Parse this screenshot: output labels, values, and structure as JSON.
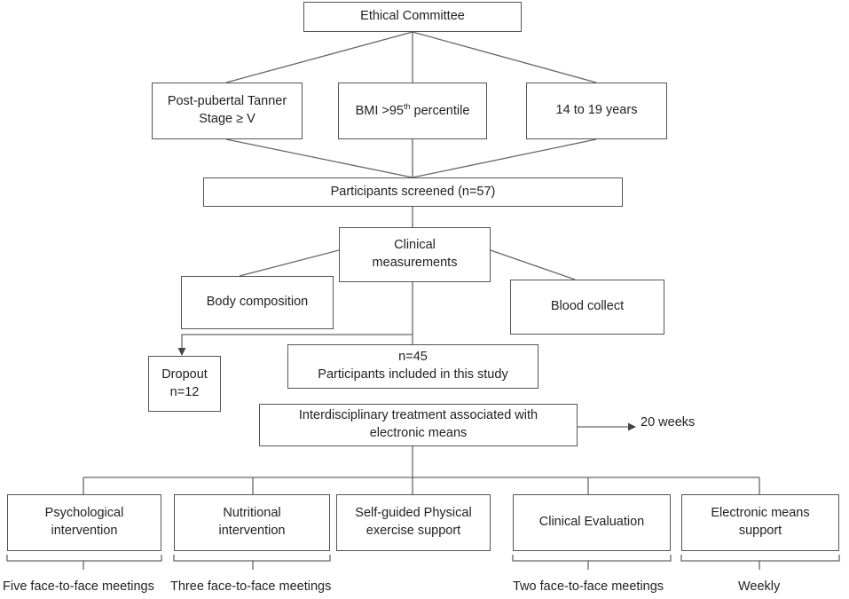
{
  "nodes": {
    "ethical": "Ethical Committee",
    "tanner_1": "Post-pubertal Tanner",
    "tanner_2": "Stage ≥ V",
    "bmi_pre": "BMI >95",
    "bmi_sup": "th",
    "bmi_post": " percentile",
    "age": "14 to 19 years",
    "screened": "Participants screened (n=57)",
    "clinical_1": "Clinical",
    "clinical_2": "measurements",
    "body": "Body composition",
    "blood": "Blood collect",
    "dropout_1": "Dropout",
    "dropout_2": "n=12",
    "included_1": "n=45",
    "included_2": "Participants included in this study",
    "treatment_1": "Interdisciplinary treatment associated with",
    "treatment_2": "electronic means",
    "psych_1": "Psychological",
    "psych_2": "intervention",
    "nutri_1": "Nutritional",
    "nutri_2": "intervention",
    "exercise_1": "Self-guided Physical",
    "exercise_2": "exercise support",
    "clinical_eval": "Clinical Evaluation",
    "electronic_1": "Electronic means",
    "electronic_2": "support"
  },
  "notes": {
    "duration": "20 weeks",
    "psych_meetings": "Five face-to-face meetings",
    "nutri_meetings": "Three face-to-face meetings",
    "clinical_meetings": "Two face-to-face meetings",
    "electronic_freq": "Weekly"
  }
}
